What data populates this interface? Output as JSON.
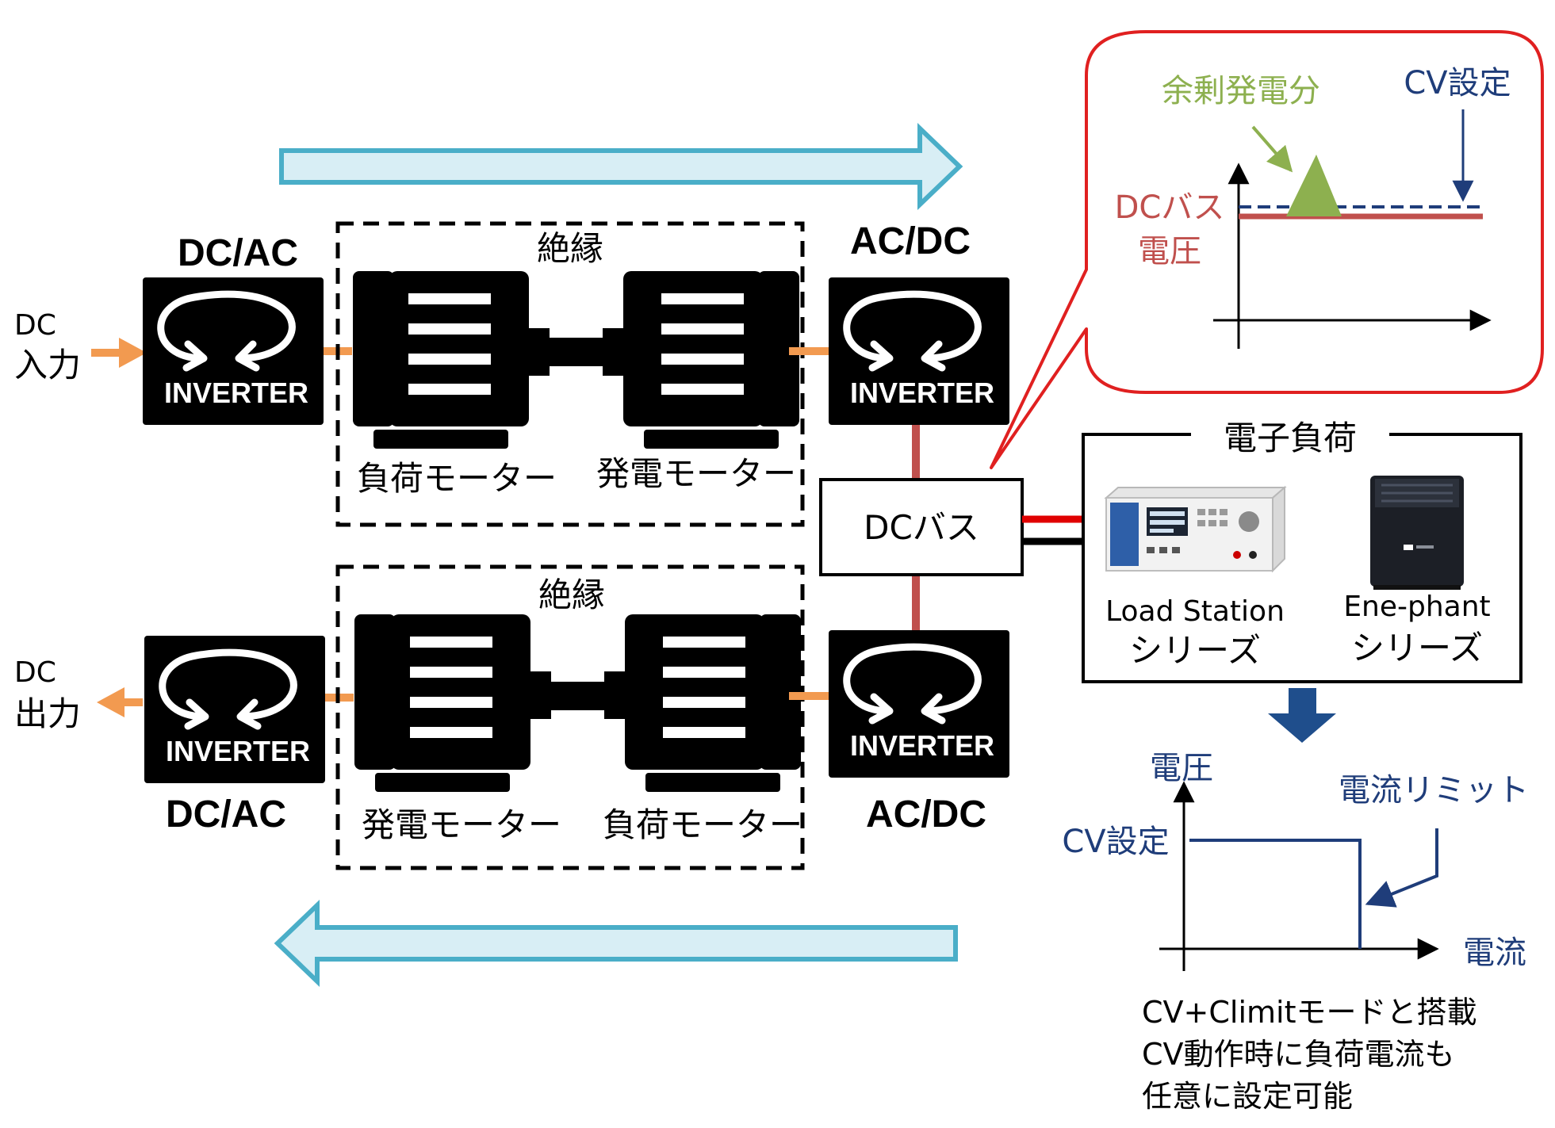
{
  "top_system": {
    "input_label_line1": "DC",
    "input_label_line2": "入力",
    "left_inverter_title": "DC/AC",
    "left_inverter_label": "INVERTER",
    "isolation_label": "絶縁",
    "motor_left_label": "負荷モーター",
    "motor_right_label": "発電モーター",
    "right_inverter_title": "AC/DC",
    "right_inverter_label": "INVERTER"
  },
  "bottom_system": {
    "output_label_line1": "DC",
    "output_label_line2": "出力",
    "left_inverter_title": "DC/AC",
    "left_inverter_label": "INVERTER",
    "isolation_label": "絶縁",
    "motor_left_label": "発電モーター",
    "motor_right_label": "負荷モーター",
    "right_inverter_title": "AC/DC",
    "right_inverter_label": "INVERTER"
  },
  "dc_bus_label": "DCバス",
  "callout": {
    "surplus_label": "余剰発電分",
    "cv_setting_label": "CV設定",
    "bus_voltage_line1": "DCバス",
    "bus_voltage_line2": "電圧"
  },
  "electronic_load": {
    "title": "電子負荷",
    "product1_line1": "Load Station",
    "product1_line2": "シリーズ",
    "product2_line1": "Ene-phant",
    "product2_line2": "シリーズ"
  },
  "cv_graph": {
    "y_label": "電圧",
    "x_label": "電流",
    "cv_setting_label": "CV設定",
    "current_limit_label": "電流リミット"
  },
  "notes": {
    "line1": "CV+Climitモードと搭載",
    "line2": "CV動作時に負荷電流も",
    "line3": "任意に設定可能"
  },
  "colors": {
    "flow_arrow_fill": "#d8eef5",
    "flow_arrow_stroke": "#4aaec8",
    "orange": "#f29a50",
    "bus_red": "#c0504d",
    "callout_red": "#e02020",
    "navy": "#1f3d7a",
    "green": "#8db04f",
    "dark_arrow": "#1f4e8c"
  }
}
